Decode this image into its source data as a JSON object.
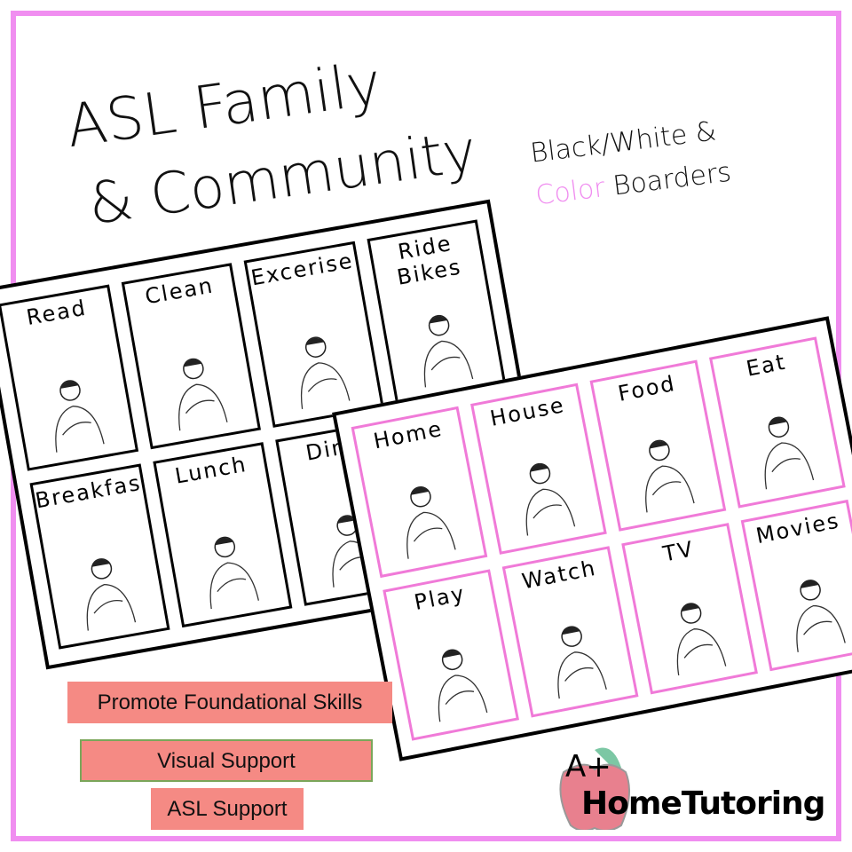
{
  "title": {
    "line1": "ASL Family",
    "line2": "& Community"
  },
  "subtitle": {
    "line1": "Black/White &",
    "color_word": "Color",
    "boarders": "Boarders"
  },
  "sheet_bw": {
    "cards": [
      {
        "label": "Read"
      },
      {
        "label": "Clean"
      },
      {
        "label": "Excerise"
      },
      {
        "label": "Ride Bikes"
      },
      {
        "label": "Breakfast"
      },
      {
        "label": "Lunch"
      },
      {
        "label": "Dinn"
      },
      {
        "label": ""
      }
    ]
  },
  "sheet_color": {
    "cards": [
      {
        "label": "Home"
      },
      {
        "label": "House"
      },
      {
        "label": "Food"
      },
      {
        "label": "Eat"
      },
      {
        "label": "Play"
      },
      {
        "label": "Watch"
      },
      {
        "label": "TV"
      },
      {
        "label": "Movies"
      }
    ]
  },
  "badges": [
    "Promote Foundational Skills",
    "Visual Support",
    "ASL Support"
  ],
  "logo": {
    "mark": "A+",
    "text": "HomeTutoring"
  },
  "colors": {
    "frame": "#f08ef0",
    "badge": "#f58a84",
    "color_border": "#f07ad8",
    "apple": "#e8808e",
    "leaf": "#7cc7a4"
  }
}
